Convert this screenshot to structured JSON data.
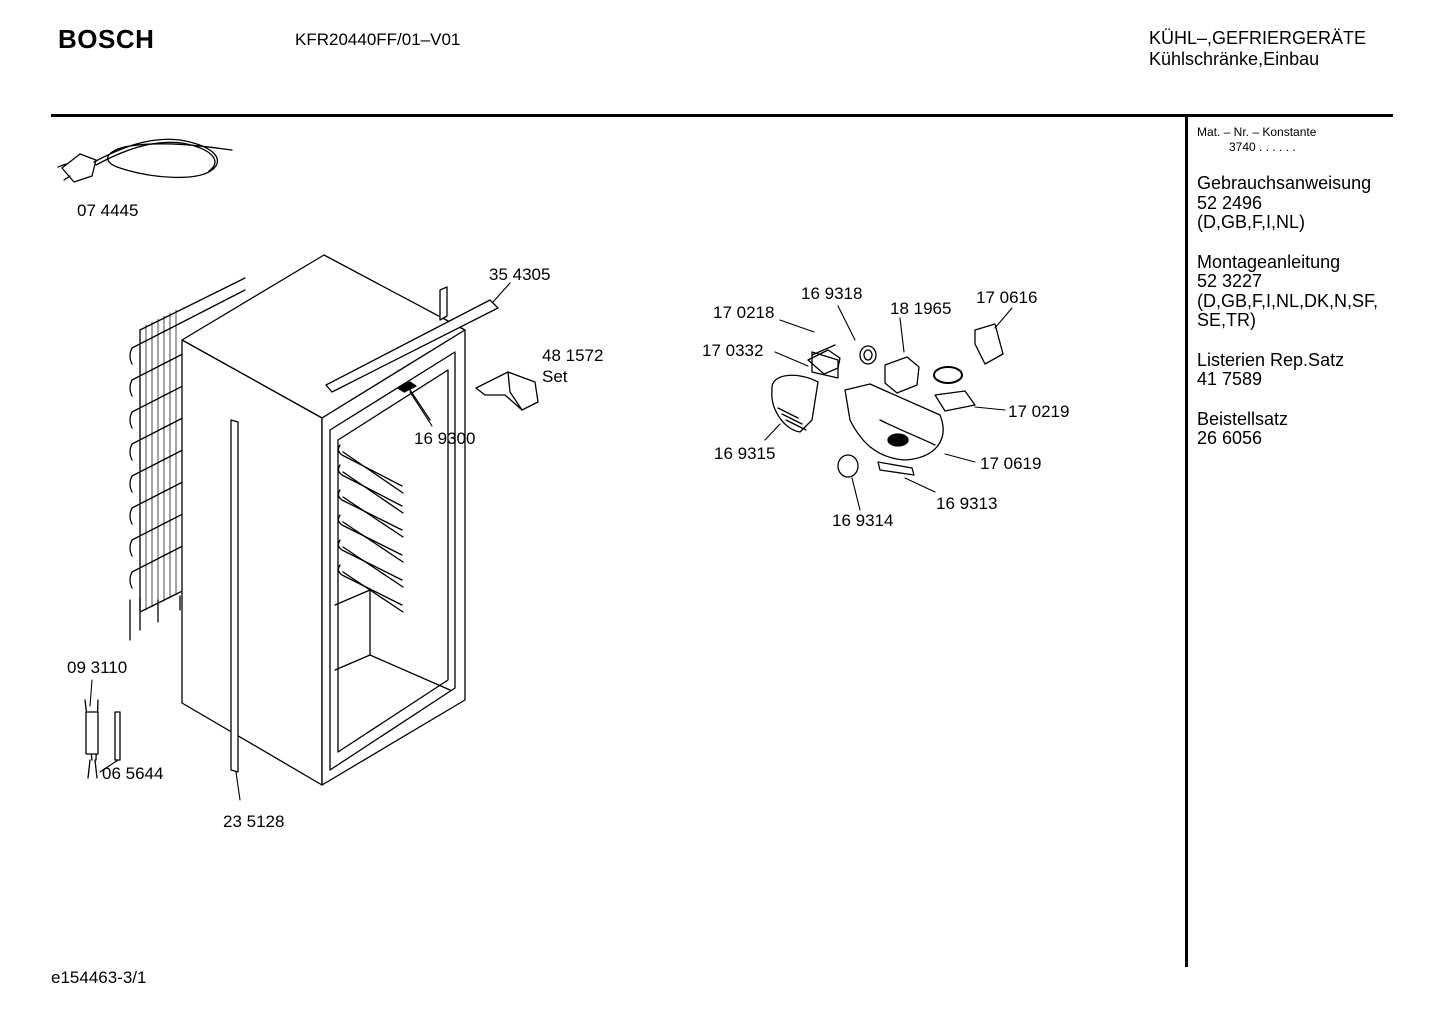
{
  "header": {
    "brand": "BOSCH",
    "model": "KFR20440FF/01–V01",
    "category_line1": "KÜHL–,GEFRIERGERÄTE",
    "category_line2": "Kühlschränke,Einbau"
  },
  "sidebar": {
    "mat_title": "Mat. – Nr. – Konstante",
    "mat_value": "3740  .  .   .  .  .  .",
    "entries": [
      {
        "title": "Gebrauchsanweisung",
        "number": "52 2496",
        "note": "(D,GB,F,I,NL)"
      },
      {
        "title": "Montageanleitung",
        "number": "52 3227",
        "note": "(D,GB,F,I,NL,DK,N,SF, SE,TR)"
      },
      {
        "title": "Listerien Rep.Satz",
        "number": "41 7589",
        "note": ""
      },
      {
        "title": "Beistellsatz",
        "number": "26 6056",
        "note": ""
      }
    ]
  },
  "parts": {
    "p074445": "07 4445",
    "p354305": "35 4305",
    "p481572": "48 1572",
    "p481572_sub": "Set",
    "p169300": "16 9300",
    "p093110": "09 3110",
    "p065644": "06 5644",
    "p235128": "23 5128",
    "p169318": "16 9318",
    "p181965": "18 1965",
    "p170616": "17 0616",
    "p170218": "17 0218",
    "p170332": "17 0332",
    "p170219": "17 0219",
    "p169315": "16 9315",
    "p170619": "17 0619",
    "p169313": "16 9313",
    "p169314": "16 9314"
  },
  "footer": {
    "code": "e154463-3/1"
  }
}
